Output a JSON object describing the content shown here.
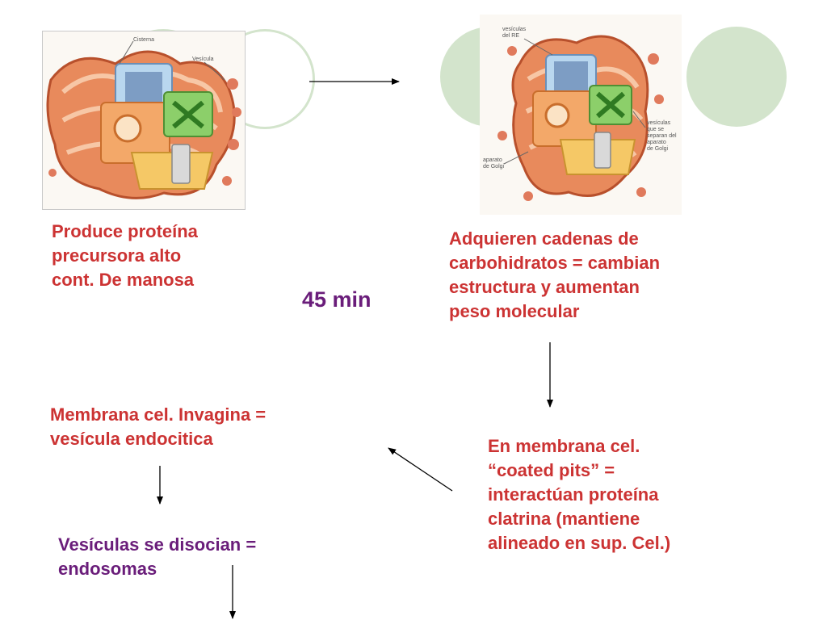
{
  "texts": {
    "produce": "Produce proteína\nprecursora alto\ncont. De manosa",
    "time": "45 min",
    "adquieren": "Adquieren cadenas de\ncarbohidratos = cambian\nestructura y aumentan\npeso molecular",
    "membrana": "Membrana cel. Invagina  =\nvesícula endocitica",
    "coated": "En membrana cel.\n“coated pits” =\ninteractúan proteína\nclatrina (mantiene\nalineado en sup. Cel.)",
    "vesiculas": "Vesículas se disocian =\nendosomas"
  },
  "illustration_labels": {
    "left_top": "Cisterna",
    "left_right": "Vesícula",
    "right_top": "vesículas\ndel RE",
    "right_side": "vesículas\nque se\nseparan del\naparato\nde Golgi",
    "right_left": "aparato\nde Golgi"
  },
  "colors": {
    "red_text": "#cc3333",
    "purple_text": "#6a1d7a",
    "circle_green": "#d3e4cc"
  }
}
